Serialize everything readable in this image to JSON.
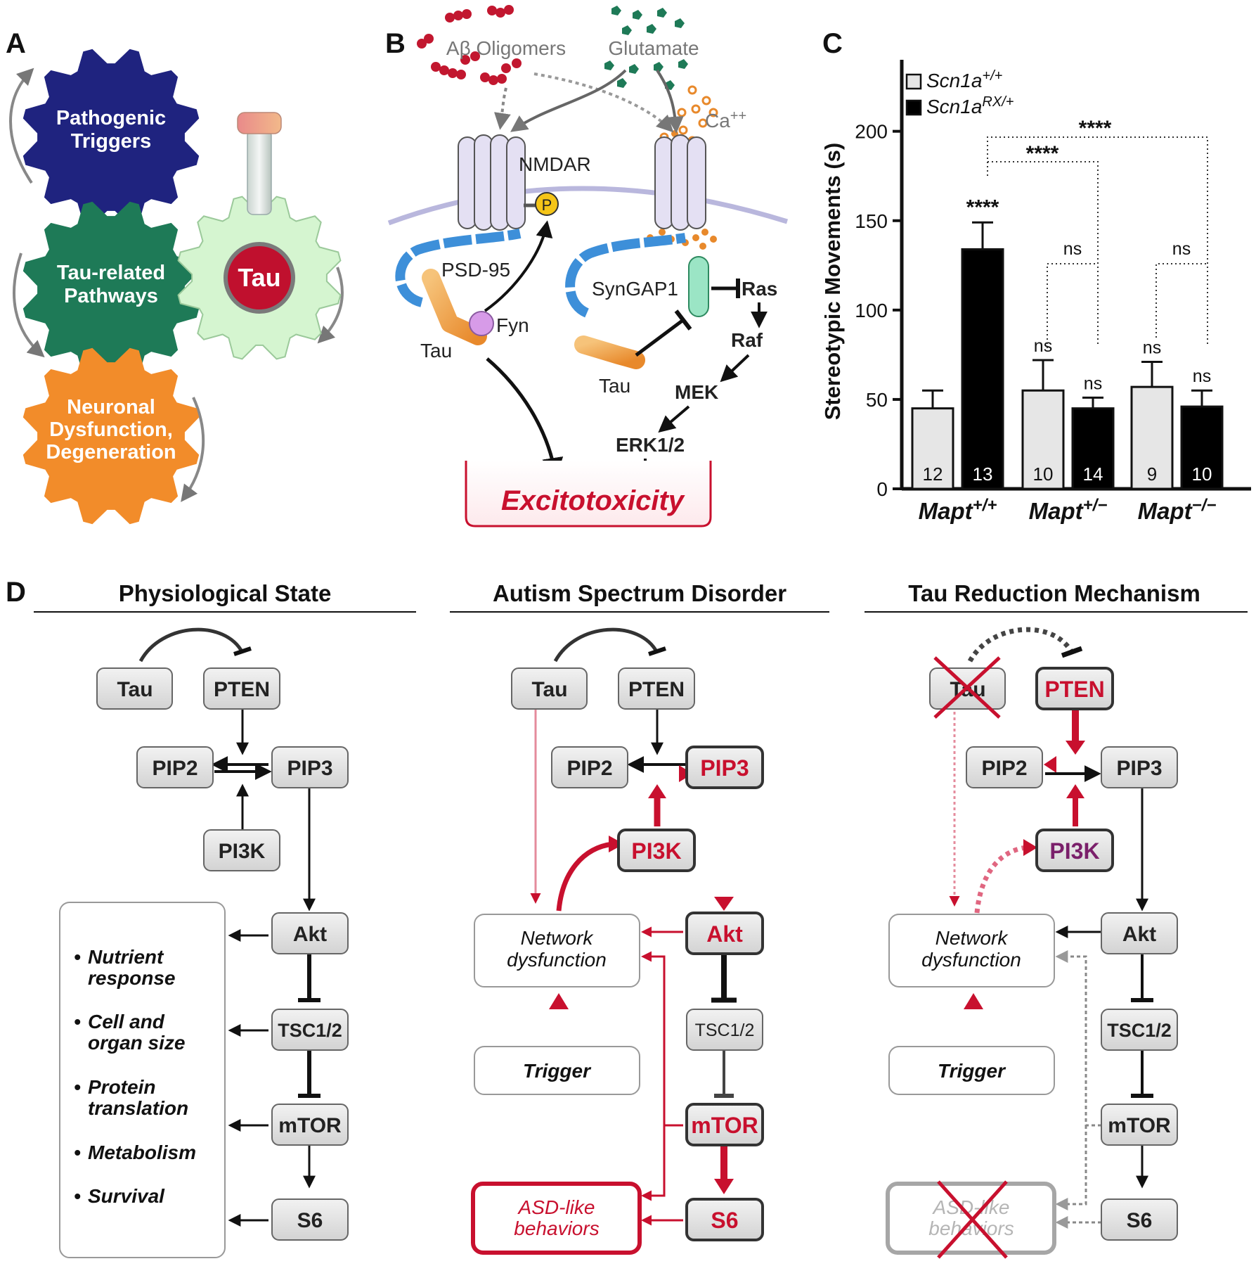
{
  "panels": {
    "a": "A",
    "b": "B",
    "c": "C",
    "d": "D"
  },
  "panel_a": {
    "gear1": [
      "Pathogenic",
      "Triggers"
    ],
    "gear2": [
      "Tau-related",
      "Pathways"
    ],
    "gear3": [
      "Neuronal",
      "Dysfunction,",
      "Degeneration"
    ],
    "tau_gear": "Tau",
    "colors": {
      "gear1": "#1f237f",
      "gear2": "#1e7a57",
      "gear3": "#f28c2a",
      "tau_gear": "#d5f5d0",
      "tau_core": "#c0102e"
    }
  },
  "panel_b": {
    "abeta": "Aβ Oligomers",
    "glutamate": "Glutamate",
    "ca": "Ca",
    "ca_sup": "++",
    "nmdar": "NMDAR",
    "p": "P",
    "psd95": "PSD-95",
    "fyn": "Fyn",
    "tau_left": "Tau",
    "syngap": "SynGAP1",
    "ras": "Ras",
    "raf": "Raf",
    "tau_right": "Tau",
    "mek": "MEK",
    "erk": "ERK1/2",
    "excito": "Excitotoxicity"
  },
  "panel_c": {
    "legend": [
      {
        "base": "Scn1a",
        "sup": "+/+",
        "color": "#e6e6e6"
      },
      {
        "base": "Scn1a",
        "sup": "RX/+",
        "color": "#000000"
      }
    ],
    "ylabel": "Stereotypic Movements (s)",
    "sig_top1": "****",
    "sig_top2": "****",
    "sig_bar": "****",
    "ns_label": "ns"
  },
  "chart_data": {
    "type": "bar",
    "ylabel": "Stereotypic Movements (s)",
    "ylim": [
      0,
      240
    ],
    "yticks": [
      0,
      50,
      100,
      150,
      200
    ],
    "categories": [
      "Mapt+/+",
      "Mapt+/−",
      "Mapt−/−"
    ],
    "category_parts": [
      {
        "base": "Mapt",
        "sup": "+/+"
      },
      {
        "base": "Mapt",
        "sup": "+/−"
      },
      {
        "base": "Mapt",
        "sup": "−/−"
      }
    ],
    "series": [
      {
        "name": "Scn1a+/+",
        "values": [
          45,
          55,
          57
        ],
        "errors": [
          10,
          17,
          14
        ],
        "n": [
          "12",
          "10",
          "9"
        ],
        "annotation": [
          "",
          "ns",
          "ns"
        ]
      },
      {
        "name": "Scn1aRX/+",
        "values": [
          134,
          45,
          46
        ],
        "errors": [
          15,
          6,
          9
        ],
        "n": [
          "13",
          "14",
          "10"
        ],
        "annotation": [
          "****",
          "ns",
          "ns"
        ]
      }
    ]
  },
  "panel_d": {
    "col1": {
      "title": "Physiological State",
      "nodes": {
        "tau": "Tau",
        "pten": "PTEN",
        "pip2": "PIP2",
        "pip3": "PIP3",
        "pi3k": "PI3K",
        "akt": "Akt",
        "tsc": "TSC1/2",
        "mtor": "mTOR",
        "s6": "S6"
      },
      "bullets": [
        [
          "Nutrient",
          "response"
        ],
        [
          "Cell and",
          "organ size"
        ],
        [
          "Protein",
          "translation"
        ],
        [
          "Metabolism"
        ],
        [
          "Survival"
        ]
      ]
    },
    "col2": {
      "title": "Autism Spectrum Disorder",
      "nodes": {
        "tau": "Tau",
        "pten": "PTEN",
        "pip2": "PIP2",
        "pip3": "PIP3",
        "pi3k": "PI3K",
        "akt": "Akt",
        "tsc": "TSC1/2",
        "mtor": "mTOR",
        "s6": "S6"
      },
      "network": [
        "Network",
        "dysfunction"
      ],
      "trigger": "Trigger",
      "asd": [
        "ASD-like",
        "behaviors"
      ]
    },
    "col3": {
      "title": "Tau Reduction Mechanism",
      "nodes": {
        "tau": "Tau",
        "pten": "PTEN",
        "pip2": "PIP2",
        "pip3": "PIP3",
        "pi3k": "PI3K",
        "akt": "Akt",
        "tsc": "TSC1/2",
        "mtor": "mTOR",
        "s6": "S6"
      },
      "network": [
        "Network",
        "dysfunction"
      ],
      "trigger": "Trigger",
      "asd": [
        "ASD-like",
        "behaviors"
      ]
    },
    "colors": {
      "red": "#c8102e",
      "node": "#e2e2e2",
      "purple": "#7a1f6a"
    }
  }
}
